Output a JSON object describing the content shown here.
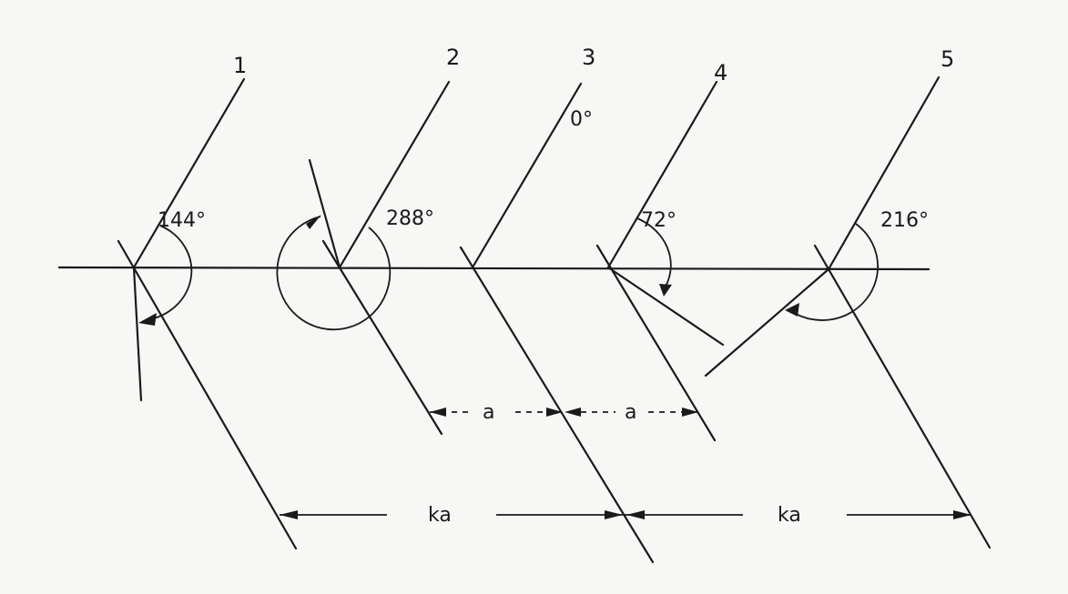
{
  "diagram": {
    "labels": {
      "positions": [
        "1",
        "2",
        "3",
        "4",
        "5"
      ],
      "angles": [
        "144°",
        "288°",
        "0°",
        "72°",
        "216°"
      ],
      "spacing_short": "a",
      "spacing_long": "ka"
    },
    "colors": {
      "ink": "#1a1a1a",
      "paper": "#f7f7f5"
    }
  }
}
